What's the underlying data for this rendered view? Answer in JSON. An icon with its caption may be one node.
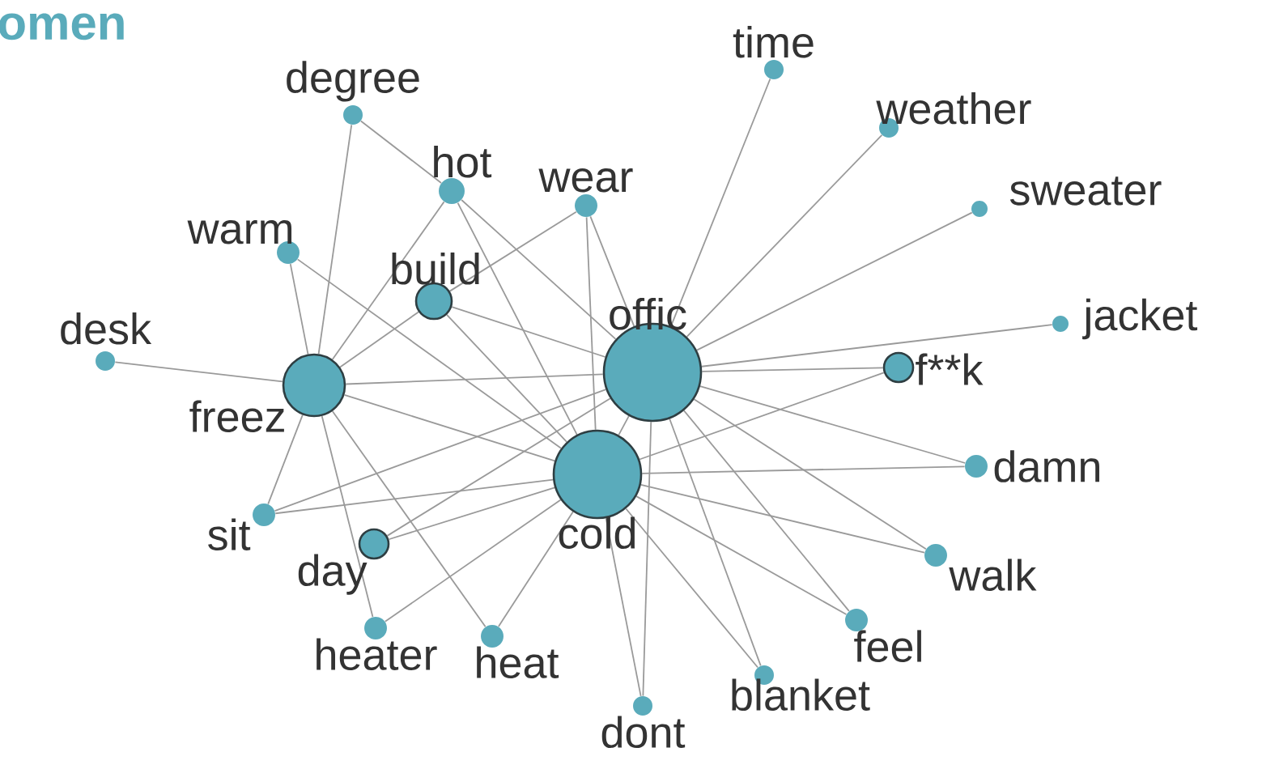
{
  "diagram": {
    "title": "omen",
    "nodes": [
      {
        "text": [
          "offic"
        ]
      },
      {
        "text": [
          "cold"
        ]
      },
      {
        "text": [
          "freez"
        ]
      },
      {
        "text": [
          "build"
        ]
      },
      {
        "text": [
          "hot"
        ]
      },
      {
        "text": [
          "wear"
        ]
      },
      {
        "text": [
          "degree"
        ]
      },
      {
        "text": [
          "warm"
        ]
      },
      {
        "text": [
          "desk"
        ]
      },
      {
        "text": [
          "time"
        ]
      },
      {
        "text": [
          "weather"
        ]
      },
      {
        "text": [
          "sweater"
        ]
      },
      {
        "text": [
          "jacket"
        ]
      },
      {
        "text": [
          "f**k"
        ]
      },
      {
        "text": [
          "damn"
        ]
      },
      {
        "text": [
          "walk"
        ]
      },
      {
        "text": [
          "feel"
        ]
      },
      {
        "text": [
          "blanket"
        ]
      },
      {
        "text": [
          "dont"
        ]
      },
      {
        "text": [
          "heat"
        ]
      },
      {
        "text": [
          "heater"
        ]
      },
      {
        "text": [
          "day"
        ]
      },
      {
        "text": [
          "sit"
        ]
      }
    ],
    "edges": [
      {
        "from": 0,
        "to": 9,
        "arrow": "none"
      },
      {
        "from": 0,
        "to": 10,
        "arrow": "none"
      },
      {
        "from": 0,
        "to": 11,
        "arrow": "none"
      },
      {
        "from": 0,
        "to": 12,
        "arrow": "none"
      },
      {
        "from": 0,
        "to": 13,
        "arrow": "none"
      },
      {
        "from": 0,
        "to": 14,
        "arrow": "none"
      },
      {
        "from": 0,
        "to": 15,
        "arrow": "none"
      },
      {
        "from": 0,
        "to": 16,
        "arrow": "none"
      },
      {
        "from": 0,
        "to": 17,
        "arrow": "none"
      },
      {
        "from": 0,
        "to": 18,
        "arrow": "none"
      },
      {
        "from": 0,
        "to": 1,
        "arrow": "none"
      },
      {
        "from": 0,
        "to": 2,
        "arrow": "none"
      },
      {
        "from": 0,
        "to": 3,
        "arrow": "none"
      },
      {
        "from": 0,
        "to": 4,
        "arrow": "none"
      },
      {
        "from": 0,
        "to": 5,
        "arrow": "none"
      },
      {
        "from": 0,
        "to": 21,
        "arrow": "none"
      },
      {
        "from": 0,
        "to": 22,
        "arrow": "none"
      },
      {
        "from": 1,
        "to": 2,
        "arrow": "none"
      },
      {
        "from": 1,
        "to": 3,
        "arrow": "none"
      },
      {
        "from": 1,
        "to": 4,
        "arrow": "none"
      },
      {
        "from": 1,
        "to": 5,
        "arrow": "none"
      },
      {
        "from": 1,
        "to": 7,
        "arrow": "none"
      },
      {
        "from": 1,
        "to": 13,
        "arrow": "none"
      },
      {
        "from": 1,
        "to": 14,
        "arrow": "none"
      },
      {
        "from": 1,
        "to": 15,
        "arrow": "none"
      },
      {
        "from": 1,
        "to": 16,
        "arrow": "none"
      },
      {
        "from": 1,
        "to": 17,
        "arrow": "none"
      },
      {
        "from": 1,
        "to": 18,
        "arrow": "none"
      },
      {
        "from": 1,
        "to": 19,
        "arrow": "none"
      },
      {
        "from": 1,
        "to": 20,
        "arrow": "none"
      },
      {
        "from": 1,
        "to": 21,
        "arrow": "none"
      },
      {
        "from": 1,
        "to": 22,
        "arrow": "none"
      },
      {
        "from": 2,
        "to": 8,
        "arrow": "none"
      },
      {
        "from": 2,
        "to": 6,
        "arrow": "none"
      },
      {
        "from": 2,
        "to": 7,
        "arrow": "none"
      },
      {
        "from": 2,
        "to": 4,
        "arrow": "none"
      },
      {
        "from": 2,
        "to": 3,
        "arrow": "none"
      },
      {
        "from": 3,
        "to": 5,
        "arrow": "none"
      },
      {
        "from": 2,
        "to": 22,
        "arrow": "none"
      },
      {
        "from": 2,
        "to": 20,
        "arrow": "none"
      },
      {
        "from": 2,
        "to": 19,
        "arrow": "none"
      },
      {
        "from": 4,
        "to": 6,
        "arrow": "none"
      }
    ]
  }
}
